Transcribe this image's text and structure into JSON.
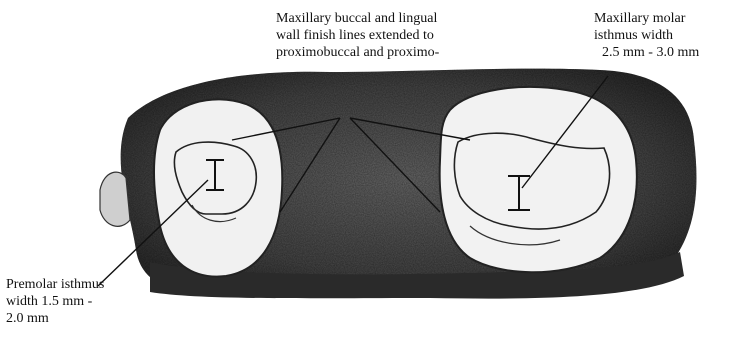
{
  "labels": {
    "buccal_lingual": {
      "lines": [
        "Maxillary buccal and lingual",
        "wall finish lines extended to",
        "proximobuccal and proximo-"
      ]
    },
    "molar_isthmus": {
      "lines": [
        "Maxillary molar",
        "isthmus width",
        "2.5 mm - 3.0 mm"
      ]
    },
    "premolar_isthmus": {
      "lines": [
        "Premolar isthmus",
        "width 1.5 mm -",
        "2.0 mm"
      ]
    }
  }
}
